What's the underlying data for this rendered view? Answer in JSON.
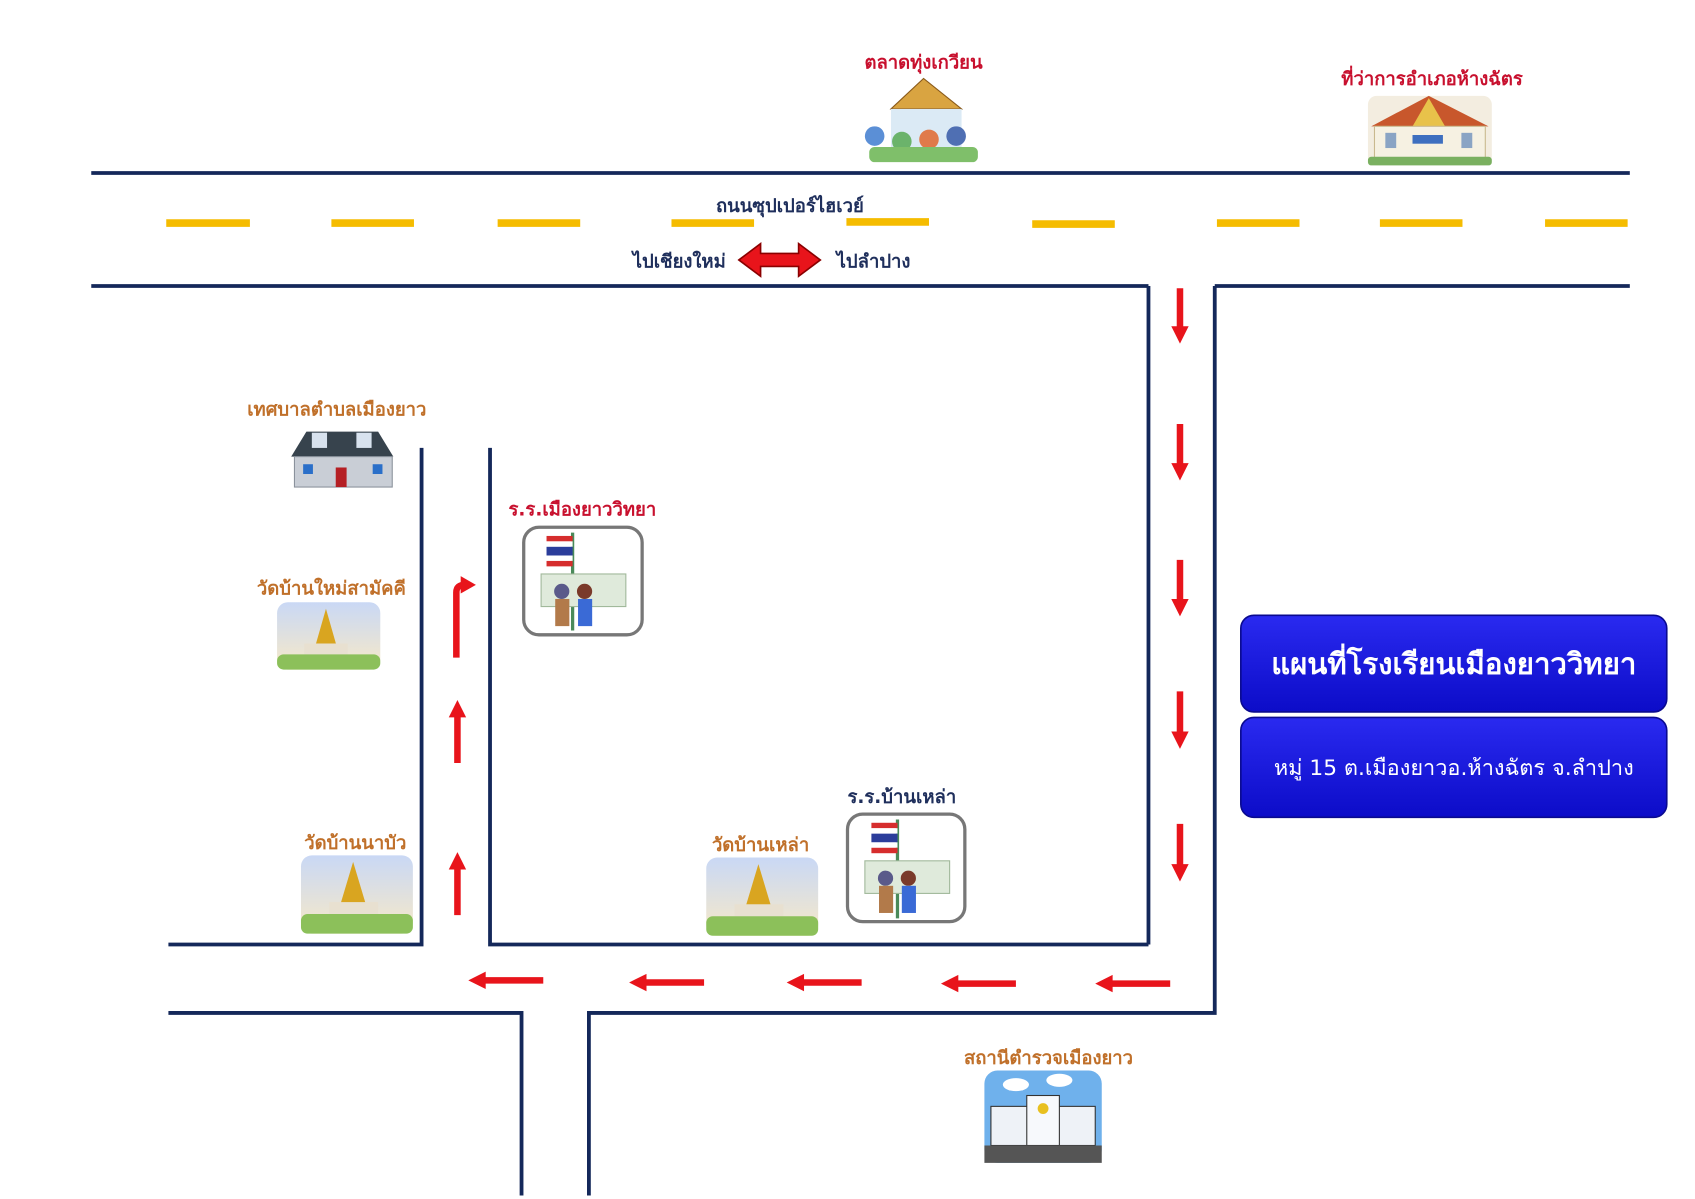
{
  "map": {
    "title": "แผนที่โรงเรียนเมืองยาววิทยา",
    "address": "หมู่ 15 ต.เมืองยาวอ.ห้างฉัตร จ.ลำปาง",
    "road_name": "ถนนซุปเปอร์ไฮเวย์",
    "direction_left": "ไปเชียงใหม่",
    "direction_right": "ไปลำปาง",
    "landmarks": {
      "market": "ตลาดทุ่งเกวียน",
      "district_office": "ที่ว่าการอำเภอห้างฉัตร",
      "municipality": "เทศบาลตำบลเมืองยาว",
      "temple_mai_samakkhi": "วัดบ้านใหม่สามัคคี",
      "temple_na_bua": "วัดบ้านนาบัว",
      "school_mueang_yao": "ร.ร.เมืองยาววิทยา",
      "temple_ban_lao": "วัดบ้านเหล่า",
      "school_ban_lao": "ร.ร.บ้านเหล่า",
      "police_station": "สถานีตำรวจเมืองยาว"
    },
    "colors": {
      "road": "#14285a",
      "lane": "#f5bc00",
      "route": "#e8141b",
      "title_box": "#1a1ae6"
    }
  }
}
